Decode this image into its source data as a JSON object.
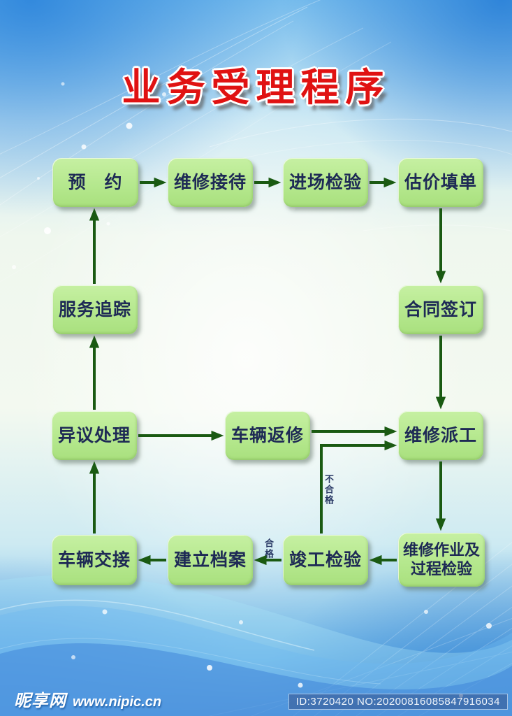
{
  "page": {
    "title": "业务受理程序"
  },
  "diagram": {
    "nodes": {
      "appointment": "预　约",
      "repair_reception": "维修接待",
      "entry_inspection": "进场检验",
      "estimate_form": "估价填单",
      "contract_signing": "合同签订",
      "service_tracking": "服务追踪",
      "dispute_handling": "异议处理",
      "vehicle_rework": "车辆返修",
      "repair_dispatch": "维修派工",
      "vehicle_handover": "车辆交接",
      "file_creation": "建立档案",
      "completion_inspection": "竣工检验",
      "repair_work_process_inspection": "维修作业及\n过程检验"
    },
    "edge_labels": {
      "fail": "不合格",
      "pass": "合格"
    }
  },
  "watermark": {
    "site_name": "昵享网",
    "site_url": "www.nipic.cn",
    "id_no": "ID:3720420 NO:20200816085847916034"
  },
  "colors": {
    "box_fill": "#b5e88e",
    "box_text": "#1e2a55",
    "arrow": "#1a5a12",
    "title_red": "#e01212"
  }
}
